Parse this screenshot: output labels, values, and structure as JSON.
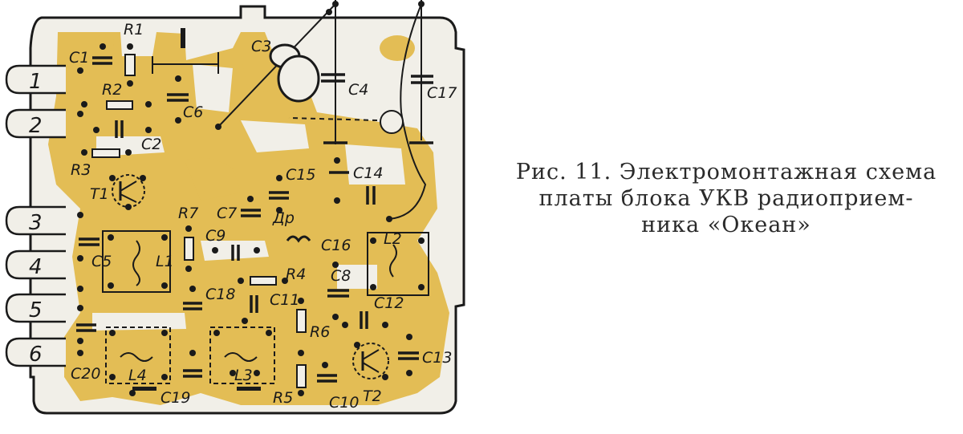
{
  "figure": {
    "caption_lines": [
      "Рис. 11. Электромонтажная схема",
      "платы блока УКВ радиоприем-",
      "ника «Океан»"
    ],
    "connector_pins": [
      "1",
      "2",
      "3",
      "4",
      "5",
      "6"
    ],
    "component_labels": {
      "C1": "C1",
      "C2": "C2",
      "C3": "C3",
      "C4": "C4",
      "C5": "C5",
      "C6": "C6",
      "C7": "C7",
      "C8": "C8",
      "C9": "C9",
      "C10": "C10",
      "C11": "C11",
      "C12": "C12",
      "C13": "C13",
      "C14": "C14",
      "C15": "C15",
      "C16": "C16",
      "C17": "C17",
      "C18": "C18",
      "C19": "C19",
      "C20": "C20",
      "R1": "R1",
      "R2": "R2",
      "R3": "R3",
      "R4": "R4",
      "R5": "R5",
      "R6": "R6",
      "R7": "R7",
      "L1": "L1",
      "L2": "L2",
      "L3": "L3",
      "L4": "L4",
      "T1": "T1",
      "T2": "T2",
      "Dr": "Др"
    },
    "colors": {
      "board": "#e3bd55",
      "substrate": "#f1efe8",
      "ink": "#1a1a1a"
    }
  }
}
